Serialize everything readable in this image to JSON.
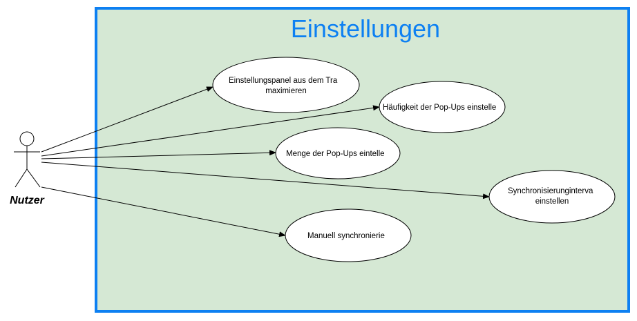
{
  "system": {
    "title": "Einstellungen",
    "fill_color": "#d5e8d4",
    "border_color": "#0d80f2"
  },
  "actor": {
    "name": "Nutzer"
  },
  "use_cases": [
    {
      "lines": [
        "Einstellungspanel aus dem Tra",
        "maximieren"
      ]
    },
    {
      "lines": [
        "Häufigkeit der Pop-Ups einstelle"
      ]
    },
    {
      "lines": [
        "Menge der Pop-Ups eintelle"
      ]
    },
    {
      "lines": [
        "Synchronisierunginterva",
        "einstellen"
      ]
    },
    {
      "lines": [
        "Manuell synchronierie"
      ]
    }
  ]
}
